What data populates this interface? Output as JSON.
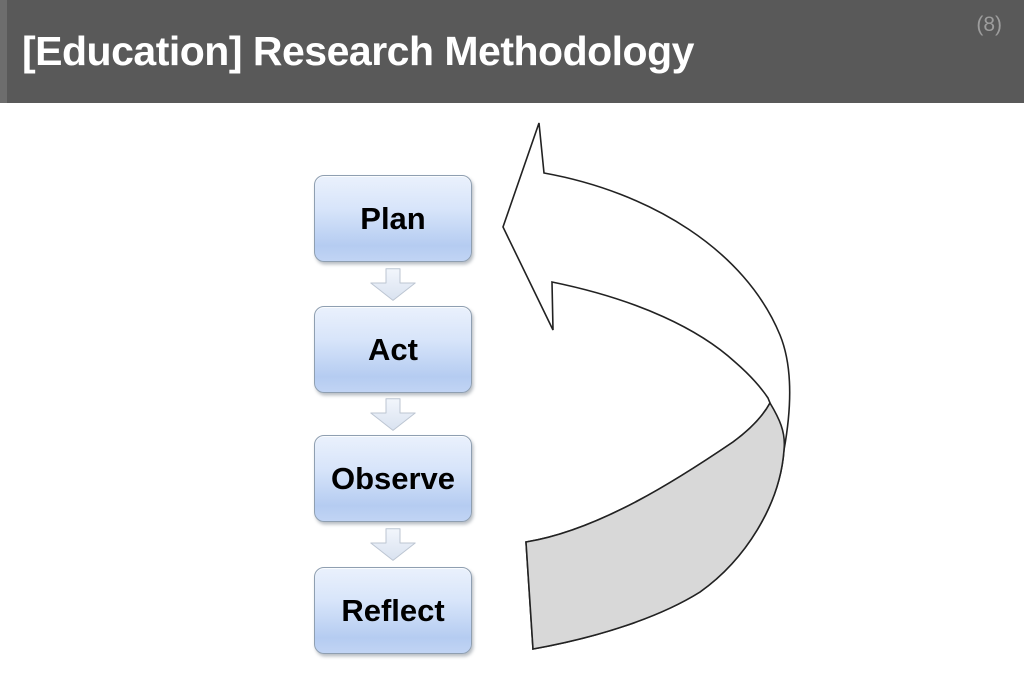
{
  "header": {
    "title": "[Education] Research Methodology",
    "page_number": "(8)"
  },
  "diagram": {
    "steps": [
      {
        "label": "Plan"
      },
      {
        "label": "Act"
      },
      {
        "label": "Observe"
      },
      {
        "label": "Reflect"
      }
    ]
  },
  "colors": {
    "header_background": "#595959",
    "header_accent": "#6d6d6d",
    "title_text": "#ffffff",
    "page_number_text": "#9d9d9d",
    "step_box_gradient_top": "#eaf1fc",
    "step_box_gradient_bottom": "#b5ccf1",
    "step_box_border": "#8f9fb1",
    "step_label_text": "#000000",
    "connector_arrow_fill_top": "#f0f4fb",
    "connector_arrow_fill_bottom": "#d9e2f0",
    "cycle_arrow_front_fill": "#ffffff",
    "cycle_arrow_back_fill": "#d8d8d8",
    "cycle_arrow_outline": "#222222",
    "slide_background": "#ffffff"
  }
}
